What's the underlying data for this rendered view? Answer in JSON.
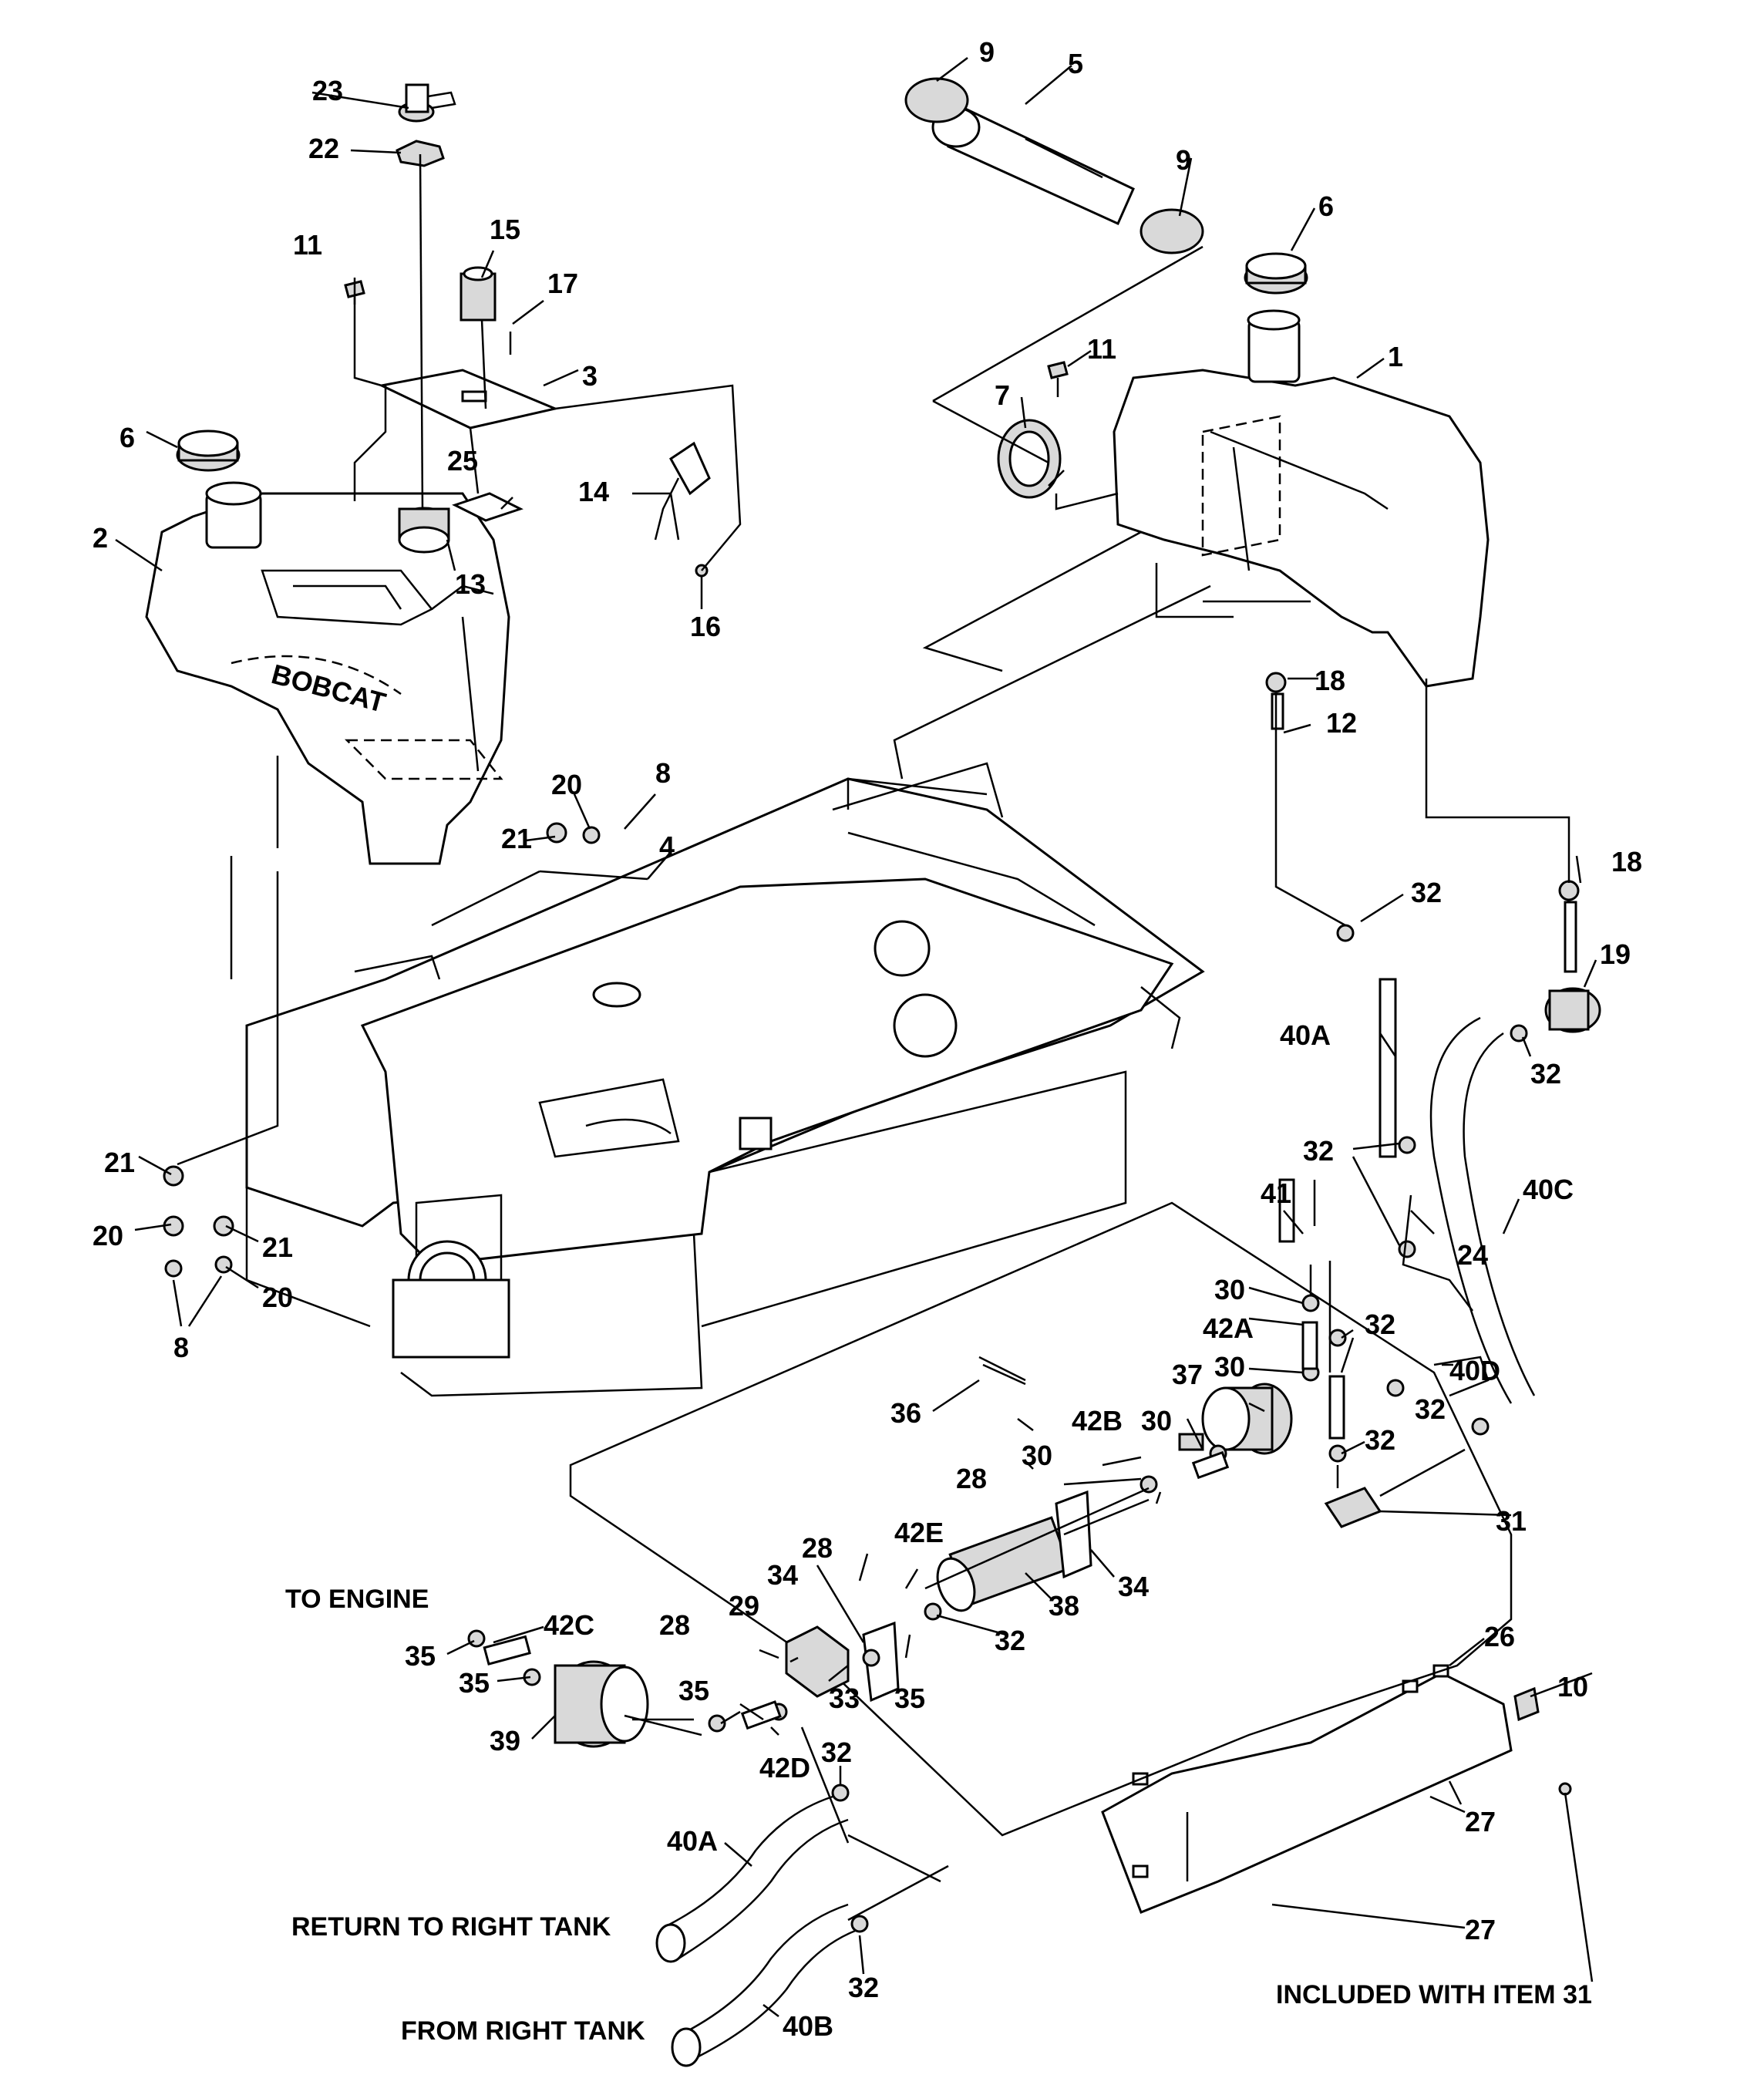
{
  "callouts": [
    {
      "label": "1"
    },
    {
      "label": "2"
    },
    {
      "label": "3"
    },
    {
      "label": "4"
    },
    {
      "label": "5"
    },
    {
      "label": "6"
    },
    {
      "label": "6"
    },
    {
      "label": "7"
    },
    {
      "label": "8"
    },
    {
      "label": "8"
    },
    {
      "label": "9"
    },
    {
      "label": "9"
    },
    {
      "label": "10"
    },
    {
      "label": "11"
    },
    {
      "label": "11"
    },
    {
      "label": "12"
    },
    {
      "label": "13"
    },
    {
      "label": "14"
    },
    {
      "label": "15"
    },
    {
      "label": "16"
    },
    {
      "label": "17"
    },
    {
      "label": "18"
    },
    {
      "label": "18"
    },
    {
      "label": "19"
    },
    {
      "label": "20"
    },
    {
      "label": "20"
    },
    {
      "label": "20"
    },
    {
      "label": "21"
    },
    {
      "label": "21"
    },
    {
      "label": "21"
    },
    {
      "label": "22"
    },
    {
      "label": "23"
    },
    {
      "label": "24"
    },
    {
      "label": "25"
    },
    {
      "label": "26"
    },
    {
      "label": "27"
    },
    {
      "label": "27"
    },
    {
      "label": "28"
    },
    {
      "label": "28"
    },
    {
      "label": "28"
    },
    {
      "label": "29"
    },
    {
      "label": "30"
    },
    {
      "label": "30"
    },
    {
      "label": "30"
    },
    {
      "label": "30"
    },
    {
      "label": "31"
    },
    {
      "label": "32"
    },
    {
      "label": "32"
    },
    {
      "label": "32"
    },
    {
      "label": "32"
    },
    {
      "label": "32"
    },
    {
      "label": "32"
    },
    {
      "label": "32"
    },
    {
      "label": "32"
    },
    {
      "label": "32"
    },
    {
      "label": "33"
    },
    {
      "label": "34"
    },
    {
      "label": "34"
    },
    {
      "label": "35"
    },
    {
      "label": "35"
    },
    {
      "label": "35"
    },
    {
      "label": "35"
    },
    {
      "label": "36"
    },
    {
      "label": "37"
    },
    {
      "label": "38"
    },
    {
      "label": "39"
    },
    {
      "label": "40A"
    },
    {
      "label": "40A"
    },
    {
      "label": "40B"
    },
    {
      "label": "40C"
    },
    {
      "label": "40D"
    },
    {
      "label": "41"
    },
    {
      "label": "42A"
    },
    {
      "label": "42B"
    },
    {
      "label": "42C"
    },
    {
      "label": "42D"
    },
    {
      "label": "42E"
    }
  ],
  "notes": {
    "to_engine": "TO ENGINE",
    "return_to_right_tank": "RETURN TO RIGHT TANK",
    "from_right_tank": "FROM RIGHT TANK",
    "included_with_item_31": "INCLUDED WITH ITEM 31"
  },
  "tank_brand": "BOBCAT"
}
